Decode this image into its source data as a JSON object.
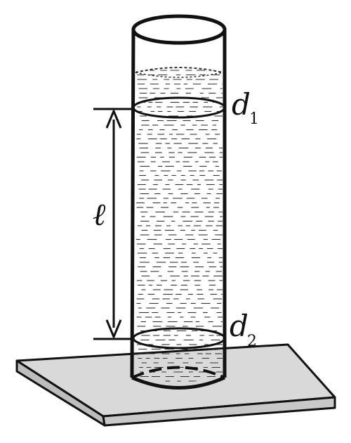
{
  "labels": {
    "length": "ℓ",
    "d1_main": "d",
    "d1_sub": "1",
    "d2_main": "d",
    "d2_sub": "2"
  },
  "colors": {
    "stroke": "#111111",
    "liquid_dash": "#333333",
    "base_top": "#d9d9d9",
    "base_side": "#bdbdbd"
  }
}
